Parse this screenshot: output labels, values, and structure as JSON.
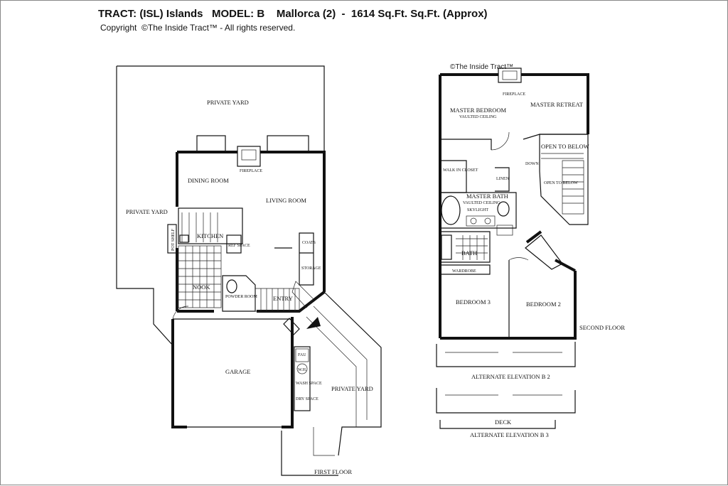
{
  "header": {
    "title": "TRACT: (ISL) Islands   MODEL: B    Mallorca (2)  -  1614 Sq.Ft. Sq.Ft. (Approx)",
    "copyright": "Copyright  ©The Inside Tract™ - All rights reserved."
  },
  "watermark": "©The Inside Tract™",
  "first_floor": {
    "label": "FIRST FLOOR",
    "rooms": {
      "private_yard_top": "PRIVATE YARD",
      "private_yard_left": "PRIVATE YARD",
      "private_yard_right": "PRIVATE YARD",
      "dining_room": "DINING ROOM",
      "living_room": "LIVING ROOM",
      "kitchen": "KITCHEN",
      "nook": "NOOK",
      "powder_room": "POWDER ROOM",
      "entry": "ENTRY",
      "storage": "STORAGE",
      "coats": "COATS",
      "garage": "GARAGE",
      "fireplace": "FIREPLACE",
      "pot_shelf": "POT SHELF",
      "refrigerator_space": "REF SPACE",
      "water_heater": "W.H.",
      "furnace": "FAU",
      "wash_space": "WASH SPACE",
      "dryer_space": "DRY SPACE"
    }
  },
  "second_floor": {
    "label": "SECOND FLOOR",
    "rooms": {
      "master_bedroom": "MASTER BEDROOM",
      "vaulted_ceiling": "VAULTED CEILING",
      "master_retreat": "MASTER RETREAT",
      "fireplace": "FIREPLACE",
      "open_to_below_top": "OPEN TO BELOW",
      "open_to_below_side": "OPEN TO BELOW",
      "walk_in_closet": "WALK IN CLOSET",
      "linen": "LINEN",
      "master_bath": "MASTER BATH",
      "master_bath_ceiling": "VAULTED CEILING",
      "skylight": "SKYLIGHT",
      "bath": "BATH",
      "wardrobe": "WARDROBE",
      "down": "DOWN",
      "bedroom_3": "BEDROOM 3",
      "bedroom_2": "BEDROOM 2"
    },
    "alternates": {
      "elevation_b2": "ALTERNATE ELEVATION B 2",
      "deck": "DECK",
      "elevation_b3": "ALTERNATE ELEVATION B 3"
    }
  }
}
